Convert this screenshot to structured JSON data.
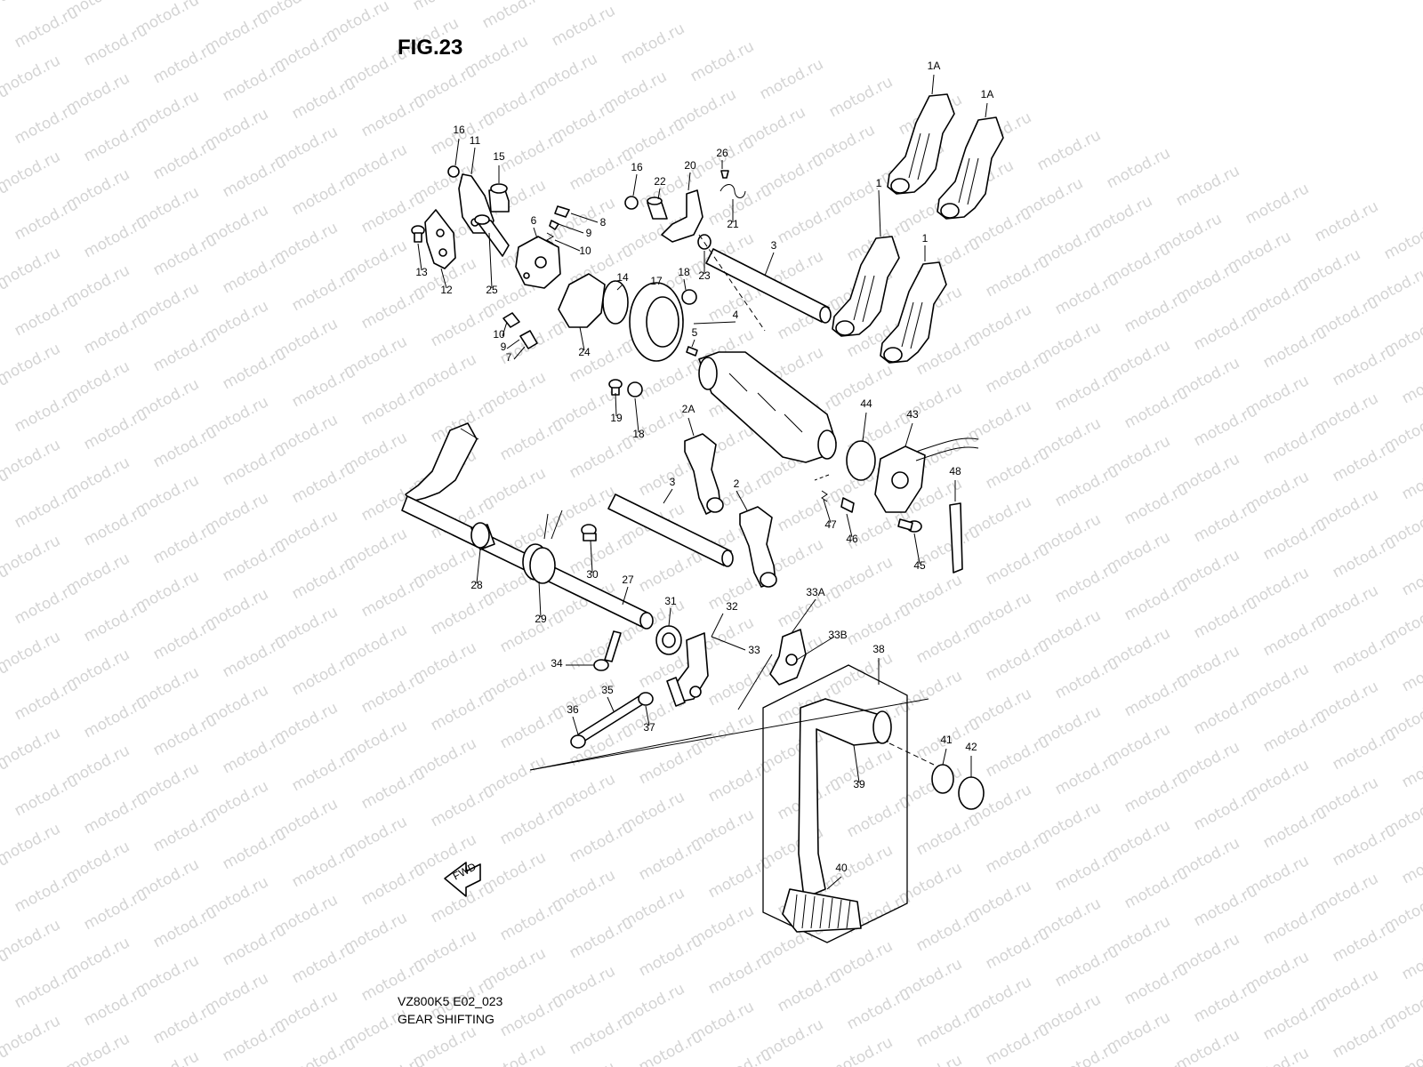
{
  "figure": {
    "title": "FIG.23",
    "model_code": "VZ800K5 E02_023",
    "caption": "GEAR SHIFTING",
    "watermark_text": "motod.ru",
    "fwd_marker": "FWD"
  },
  "callouts": [
    "1A",
    "1A",
    "1",
    "1",
    "16",
    "11",
    "15",
    "16",
    "22",
    "20",
    "26",
    "21",
    "8",
    "9",
    "10",
    "6",
    "13",
    "12",
    "25",
    "3",
    "14",
    "17",
    "18",
    "23",
    "4",
    "5",
    "10",
    "9",
    "7",
    "24",
    "19",
    "18",
    "2A",
    "44",
    "43",
    "48",
    "3",
    "2",
    "47",
    "46",
    "45",
    "30",
    "28",
    "27",
    "29",
    "31",
    "32",
    "33A",
    "33",
    "33B",
    "34",
    "35",
    "36",
    "37",
    "38",
    "41",
    "42",
    "39",
    "40"
  ],
  "colors": {
    "ink": "#000000",
    "background": "#ffffff",
    "watermark": "#d4d4d4"
  }
}
